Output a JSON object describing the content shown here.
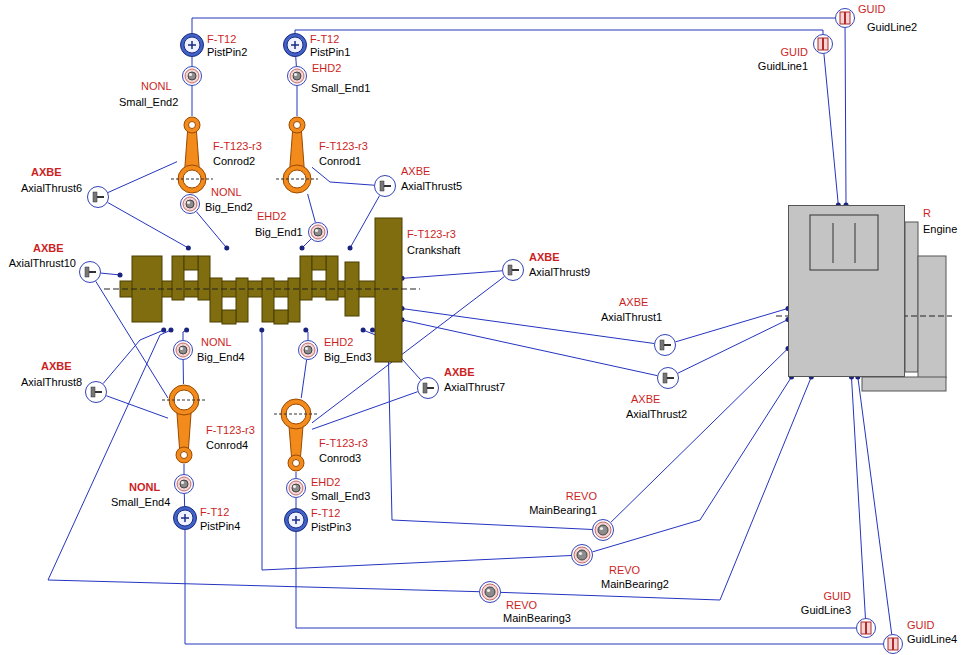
{
  "diagram": {
    "nodes": [
      {
        "text": [
          "GUID",
          "GuidLine2"
        ]
      },
      {
        "text": [
          "GUID",
          "GuidLine1"
        ]
      },
      {
        "text": [
          "F-T12",
          "PistPin2"
        ]
      },
      {
        "text": [
          "F-T12",
          "PistPin1"
        ]
      },
      {
        "text": [
          "NONL",
          "Small_End2"
        ]
      },
      {
        "text": [
          "EHD2",
          "Small_End1"
        ]
      },
      {
        "text": [
          "F-T123-r3",
          "Conrod2"
        ]
      },
      {
        "text": [
          "F-T123-r3",
          "Conrod1"
        ]
      },
      {
        "text": [
          "AXBE",
          "AxialThrust5"
        ]
      },
      {
        "text": [
          "AXBE",
          "AxialThrust6"
        ]
      },
      {
        "text": [
          "NONL",
          "Big_End2"
        ]
      },
      {
        "text": [
          "EHD2",
          "Big_End1"
        ]
      },
      {
        "text": [
          "F-T123-r3",
          "Crankshaft"
        ]
      },
      {
        "text": [
          "R",
          "Engine"
        ]
      },
      {
        "text": [
          "AXBE",
          "AxialThrust10"
        ]
      },
      {
        "text": [
          "AXBE",
          "AxialThrust9"
        ]
      },
      {
        "text": [
          "AXBE",
          "AxialThrust1"
        ]
      },
      {
        "text": [
          "NONL",
          "Big_End4"
        ]
      },
      {
        "text": [
          "EHD2",
          "Big_End3"
        ]
      },
      {
        "text": [
          "AXBE",
          "AxialThrust8"
        ]
      },
      {
        "text": [
          "AXBE",
          "AxialThrust7"
        ]
      },
      {
        "text": [
          "AXBE",
          "AxialThrust2"
        ]
      },
      {
        "text": [
          "F-T123-r3",
          "Conrod4"
        ]
      },
      {
        "text": [
          "F-T123-r3",
          "Conrod3"
        ]
      },
      {
        "text": [
          "REVO",
          "MainBearing1"
        ]
      },
      {
        "text": [
          "NONL",
          "Small_End4"
        ]
      },
      {
        "text": [
          "EHD2",
          "Small_End3"
        ]
      },
      {
        "text": [
          "REVO",
          "MainBearing2"
        ]
      },
      {
        "text": [
          "F-T12",
          "PistPin4"
        ]
      },
      {
        "text": [
          "F-T12",
          "PistPin3"
        ]
      },
      {
        "text": [
          "REVO",
          "MainBearing3"
        ]
      },
      {
        "text": [
          "GUID",
          "GuidLine3"
        ]
      },
      {
        "text": [
          "GUID",
          "GuidLine4"
        ]
      }
    ],
    "edges": [
      {
        "from": 2,
        "to": 0,
        "arrow": "none"
      },
      {
        "from": 3,
        "to": 1,
        "arrow": "none"
      },
      {
        "from": 0,
        "to": 13,
        "arrow": "none"
      },
      {
        "from": 1,
        "to": 13,
        "arrow": "none"
      },
      {
        "from": 2,
        "to": 4,
        "arrow": "none"
      },
      {
        "from": 4,
        "to": 6,
        "arrow": "none"
      },
      {
        "from": 3,
        "to": 5,
        "arrow": "none"
      },
      {
        "from": 5,
        "to": 7,
        "arrow": "none"
      },
      {
        "from": 6,
        "to": 10,
        "arrow": "none"
      },
      {
        "from": 10,
        "to": 12,
        "arrow": "none"
      },
      {
        "from": 7,
        "to": 11,
        "arrow": "none"
      },
      {
        "from": 11,
        "to": 12,
        "arrow": "none"
      },
      {
        "from": 6,
        "to": 9,
        "arrow": "none"
      },
      {
        "from": 9,
        "to": 12,
        "arrow": "none"
      },
      {
        "from": 7,
        "to": 8,
        "arrow": "none"
      },
      {
        "from": 8,
        "to": 12,
        "arrow": "none"
      },
      {
        "from": 12,
        "to": 17,
        "arrow": "none"
      },
      {
        "from": 17,
        "to": 22,
        "arrow": "none"
      },
      {
        "from": 12,
        "to": 18,
        "arrow": "none"
      },
      {
        "from": 18,
        "to": 23,
        "arrow": "none"
      },
      {
        "from": 22,
        "to": 25,
        "arrow": "none"
      },
      {
        "from": 25,
        "to": 28,
        "arrow": "none"
      },
      {
        "from": 23,
        "to": 26,
        "arrow": "none"
      },
      {
        "from": 26,
        "to": 29,
        "arrow": "none"
      },
      {
        "from": 28,
        "to": 32,
        "arrow": "none"
      },
      {
        "from": 29,
        "to": 31,
        "arrow": "none"
      },
      {
        "from": 31,
        "to": 13,
        "arrow": "none"
      },
      {
        "from": 32,
        "to": 13,
        "arrow": "none"
      },
      {
        "from": 12,
        "to": 14,
        "arrow": "none"
      },
      {
        "from": 14,
        "to": 22,
        "arrow": "none"
      },
      {
        "from": 12,
        "to": 19,
        "arrow": "none"
      },
      {
        "from": 19,
        "to": 22,
        "arrow": "none"
      },
      {
        "from": 12,
        "to": 20,
        "arrow": "none"
      },
      {
        "from": 20,
        "to": 23,
        "arrow": "none"
      },
      {
        "from": 12,
        "to": 15,
        "arrow": "none"
      },
      {
        "from": 15,
        "to": 23,
        "arrow": "none"
      },
      {
        "from": 12,
        "to": 16,
        "arrow": "none"
      },
      {
        "from": 16,
        "to": 13,
        "arrow": "none"
      },
      {
        "from": 12,
        "to": 21,
        "arrow": "none"
      },
      {
        "from": 21,
        "to": 13,
        "arrow": "none"
      },
      {
        "from": 12,
        "to": 24,
        "arrow": "none"
      },
      {
        "from": 24,
        "to": 13,
        "arrow": "none"
      },
      {
        "from": 12,
        "to": 27,
        "arrow": "none"
      },
      {
        "from": 27,
        "to": 13,
        "arrow": "none"
      },
      {
        "from": 12,
        "to": 30,
        "arrow": "none"
      },
      {
        "from": 30,
        "to": 13,
        "arrow": "none"
      }
    ]
  }
}
